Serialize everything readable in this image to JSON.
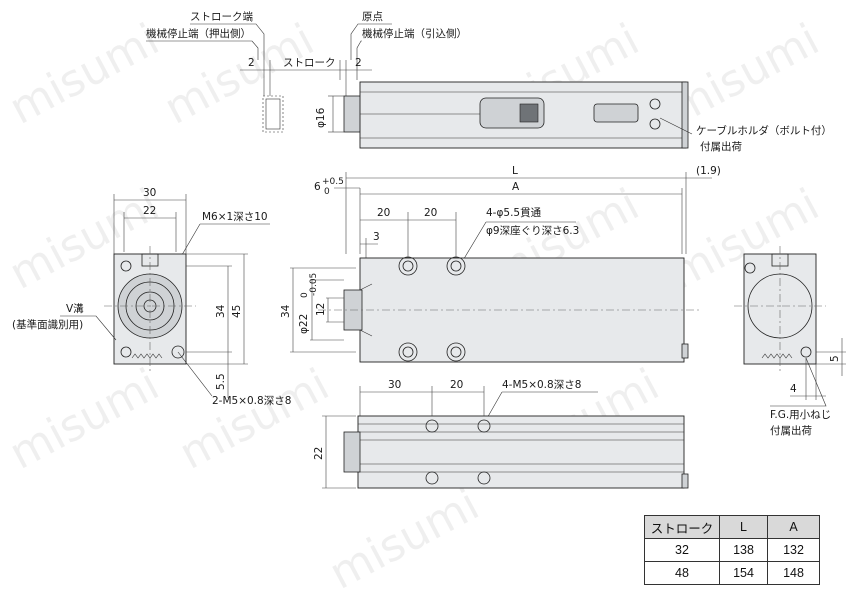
{
  "watermark": "misumi",
  "top_view": {
    "stroke_end_label": "ストローク端",
    "mech_stop_push_label": "機械停止端（押出側）",
    "origin_label": "原点",
    "mech_stop_pull_label": "機械停止端（引込側）",
    "dim_2_left": "2",
    "dim_stroke": "ストローク",
    "dim_2_right": "2",
    "dim_phi16": "φ16",
    "cable_holder_label": "ケーブルホルダ（ボルト付）",
    "attached_label": "付属出荷"
  },
  "front_view": {
    "dim_L": "L",
    "dim_A": "A",
    "dim_1_9": "(1.9)",
    "dim_6_tol": "6",
    "dim_6_tol_sup": "+0.5",
    "dim_6_tol_sub": "0",
    "dim_20_a": "20",
    "dim_20_b": "20",
    "dim_3": "3",
    "hole_note_1": "4-φ5.5貫通",
    "hole_note_2": "φ9深座ぐり深さ6.3",
    "dim_34": "34",
    "dim_22_phi": "φ22",
    "dim_22_tol": "0",
    "dim_22_tol_b": "-0.05",
    "dim_12": "12"
  },
  "end_view_left": {
    "dim_30": "30",
    "dim_22": "22",
    "thread_note": "M6×1深さ10",
    "dim_34": "34",
    "dim_45": "45",
    "dim_5_5": "5.5",
    "side_thread_note": "2-M5×0.8深さ8",
    "v_groove_label": "V溝",
    "v_groove_note": "(基準面識別用)"
  },
  "bottom_view": {
    "dim_30": "30",
    "dim_20": "20",
    "thread_note": "4-M5×0.8深さ8",
    "dim_22": "22"
  },
  "end_view_right": {
    "dim_5": "5",
    "dim_4": "4",
    "fg_screw_label": "F.G.用小ねじ",
    "attached_label": "付属出荷"
  },
  "spec_table": {
    "headers": [
      "ストローク",
      "L",
      "A"
    ],
    "rows": [
      [
        "32",
        "138",
        "132"
      ],
      [
        "48",
        "154",
        "148"
      ]
    ]
  }
}
